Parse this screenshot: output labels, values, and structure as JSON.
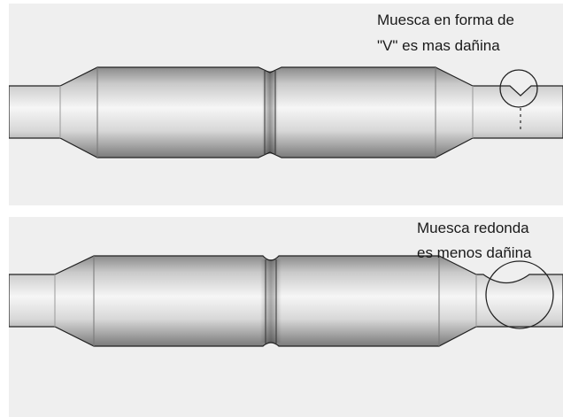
{
  "panels": [
    {
      "notch_type": "V",
      "caption_lines": [
        "Muesca en forma de",
        "\"V\" es mas dañina"
      ]
    },
    {
      "notch_type": "round",
      "caption_lines": [
        "Muesca redonda",
        "es menos dañina"
      ]
    }
  ],
  "colors": {
    "background": "#efefef",
    "shaft_light": "#f4f4f4",
    "shaft_mid": "#c8c8c8",
    "shaft_dark": "#7d7d7d",
    "outline": "#222222"
  }
}
